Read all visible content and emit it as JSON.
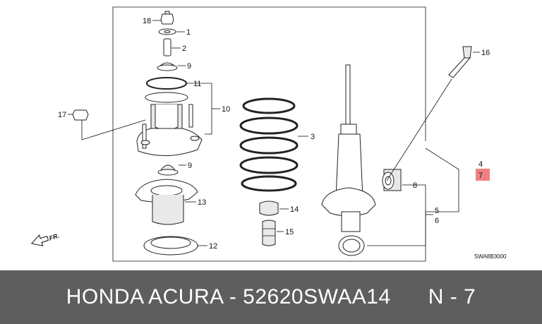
{
  "callouts": {
    "c1": "1",
    "c2": "2",
    "c3": "3",
    "c4": "4",
    "c5": "5",
    "c6": "6",
    "c7": "7",
    "c8": "8",
    "c9a": "9",
    "c9b": "9",
    "c10": "10",
    "c11": "11",
    "c12": "12",
    "c13": "13",
    "c14": "14",
    "c15": "15",
    "c16": "16",
    "c17": "17",
    "c18": "18"
  },
  "front_marker": "FR.",
  "diagram_code": "SWA8B3000",
  "highlight_color": "#f08080",
  "footer": {
    "brand": "HONDA ACURA - 52620SWAA14",
    "page": "N - 7"
  }
}
